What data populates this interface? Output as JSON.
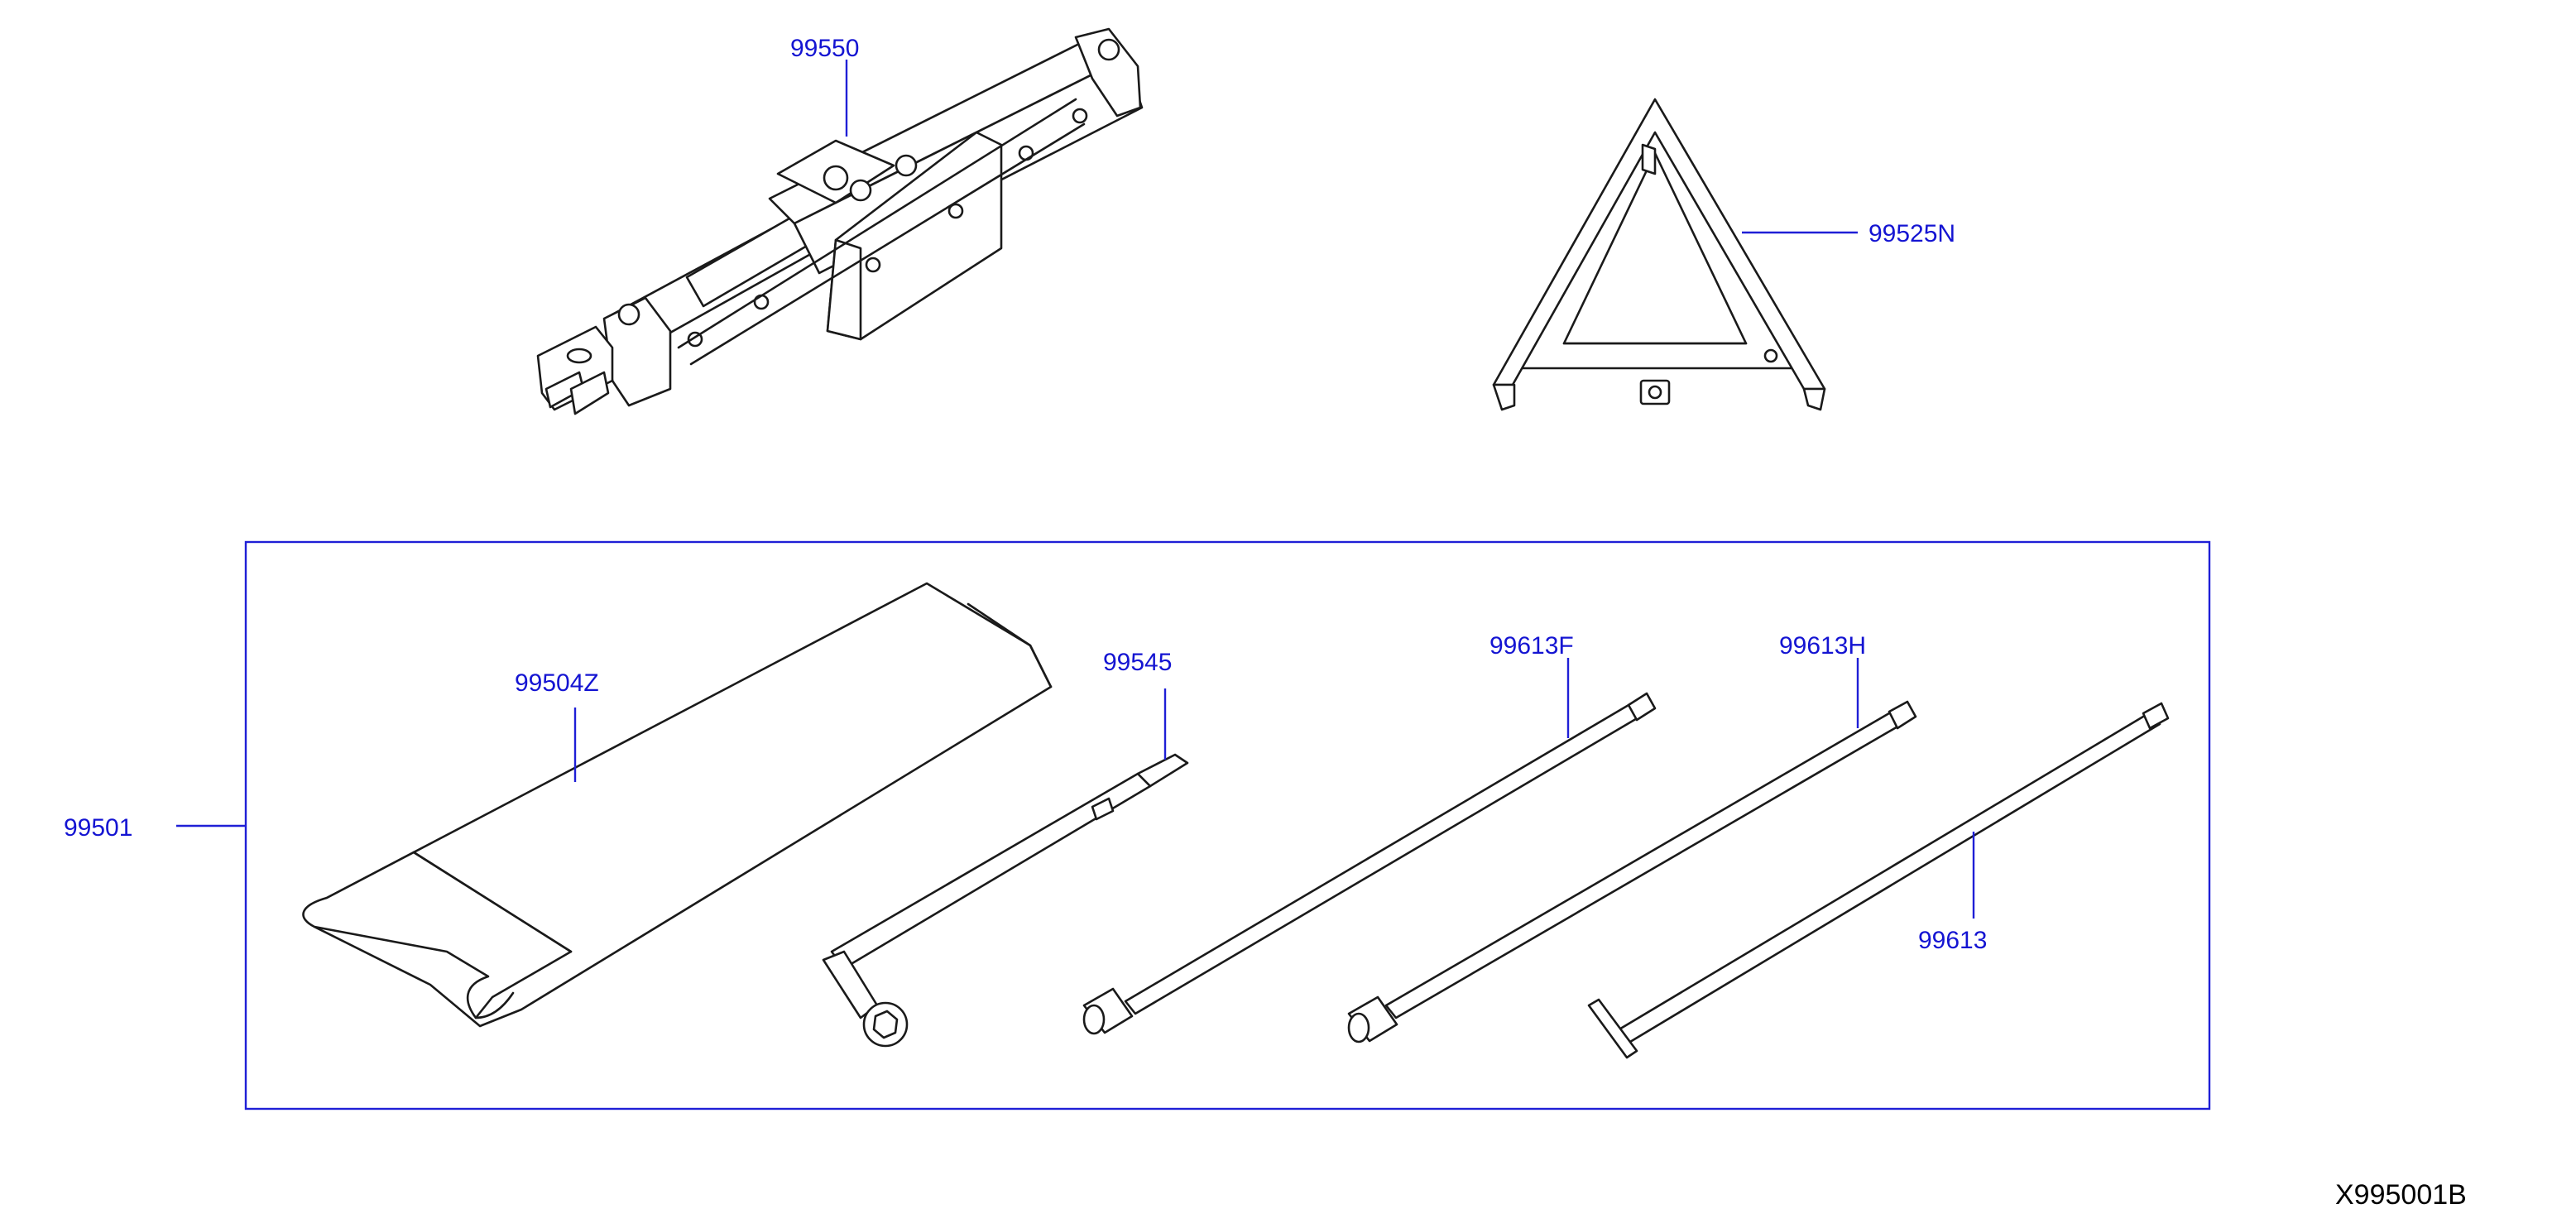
{
  "diagram_ref": "X995001B",
  "callouts": {
    "jack": "99550",
    "warning_triangle": "99525N",
    "tool_kit": "99501",
    "tool_bag": "99504Z",
    "wheel_wrench": "99545",
    "rod_1": "99613F",
    "rod_2": "99613H",
    "rod_3": "99613"
  },
  "colors": {
    "callout_text": "#1414d2",
    "leader_line": "#1f1fd6",
    "drawing_line": "#1a1a1a",
    "background": "#ffffff"
  }
}
